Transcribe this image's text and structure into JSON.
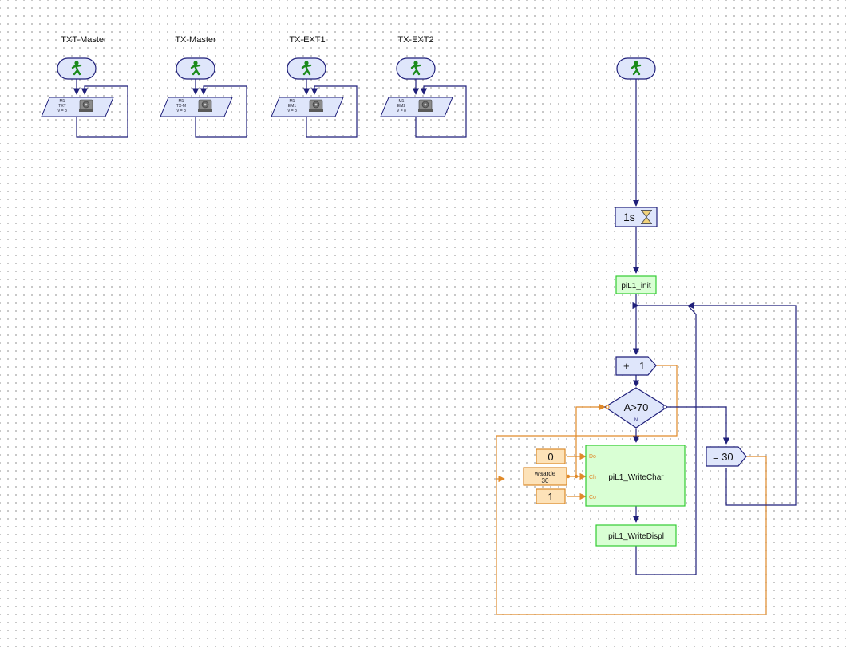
{
  "colors": {
    "flow_line": "#1f1f7a",
    "data_line": "#e08a2a",
    "start_fill": "#dfe6fb",
    "block_fill": "#dfe6fb",
    "sub_fill": "#d9ffd4",
    "sub_stroke": "#33cc33",
    "const_fill": "#fde2b8",
    "const_stroke": "#d98a2b"
  },
  "programs": [
    {
      "title": "TXT-Master",
      "motor": "M1",
      "controller": "TXT",
      "speed": "V = 8",
      "icons": [
        "start-icon",
        "motor-icon"
      ]
    },
    {
      "title": "TX-Master",
      "motor": "M1",
      "controller": "TX-M",
      "speed": "V = 8",
      "icons": [
        "start-icon",
        "motor-icon"
      ]
    },
    {
      "title": "TX-EXT1",
      "motor": "M1",
      "controller": "EM1",
      "speed": "V = 8",
      "icons": [
        "start-icon",
        "motor-icon"
      ]
    },
    {
      "title": "TX-EXT2",
      "motor": "M1",
      "controller": "EM2",
      "speed": "V = 8",
      "icons": [
        "start-icon",
        "motor-icon"
      ]
    }
  ],
  "main": {
    "wait_label": "1s",
    "init_label": "piL1_init",
    "increment_op": "+",
    "increment_value": "1",
    "branch_label": "A>70",
    "branch_no_label": "N",
    "compare_label": "= 30",
    "write_char_label": "piL1_WriteChar",
    "write_displ_label": "piL1_WriteDispl",
    "port_do": "Do",
    "port_ch": "Ch",
    "port_co": "Co",
    "const_do": "0",
    "const_co": "1",
    "var_name": "waarde",
    "var_value": "30"
  }
}
